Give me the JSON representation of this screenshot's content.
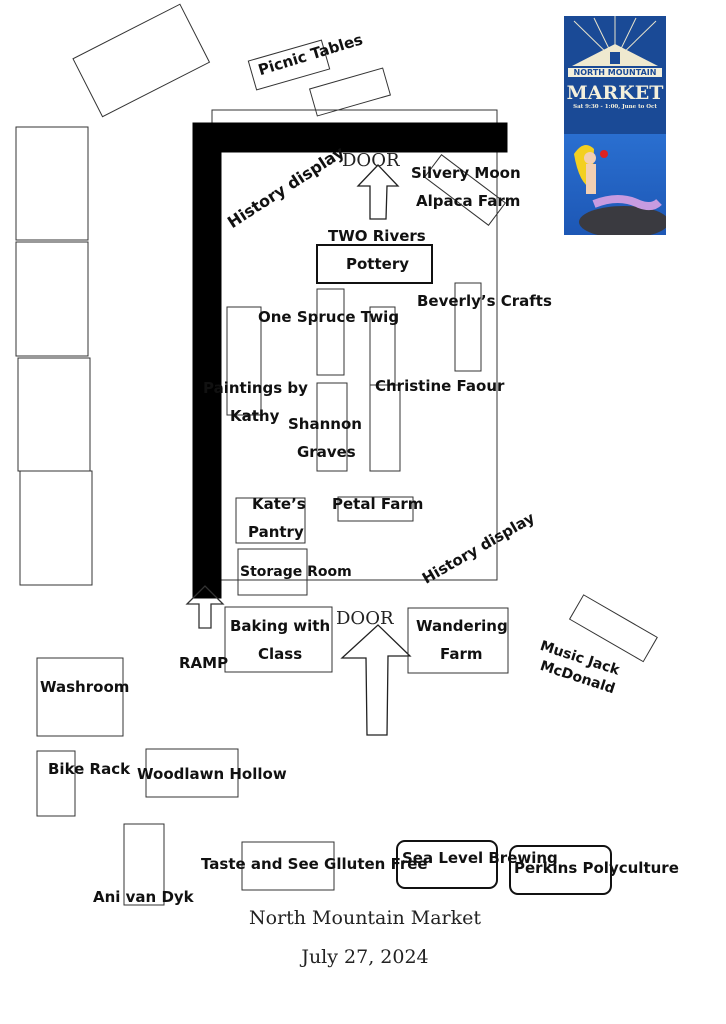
{
  "poster": {
    "brand_line1": "NORTH MOUNTAIN",
    "brand_line2": "MARKET",
    "hours": "Sat 9:30 - 1:00, June to Oct"
  },
  "labels": {
    "picnic_tables": "Picnic Tables",
    "history_display_top": "History display",
    "door_top": "DOOR",
    "silvery_moon_1": "Silvery Moon",
    "silvery_moon_2": "Alpaca Farm",
    "two_rivers": "TWO Rivers",
    "pottery": "Pottery",
    "beverlys_crafts": "Beverly’s Crafts",
    "one_spruce_twig": "One Spruce Twig",
    "paintings_1": "Paintings by",
    "paintings_2": "Kathy",
    "christine": "Christine Faour",
    "shannon_1": "Shannon",
    "shannon_2": "Graves",
    "kates_1": "Kate’s",
    "kates_2": "Pantry",
    "petal_farm": "Petal Farm",
    "history_display_bottom": "History display",
    "storage_room": "Storage Room",
    "ramp": "RAMP",
    "baking_1": "Baking with",
    "baking_2": "Class",
    "door_bottom": "DOOR",
    "wandering_1": "Wandering",
    "wandering_2": "Farm",
    "music_1": "Music Jack",
    "music_2": "McDonald",
    "washroom": "Washroom",
    "bike_rack": "Bike Rack",
    "woodlawn": "Woodlawn Hollow",
    "taste_and_see": "Taste and See Glluten Free",
    "sea_level": "Sea Level Brewing",
    "perkins": "Perkins Polyculture",
    "ani": "Ani van Dyk"
  },
  "footer": {
    "title": "North Mountain Market",
    "date": "July 27, 2024"
  }
}
